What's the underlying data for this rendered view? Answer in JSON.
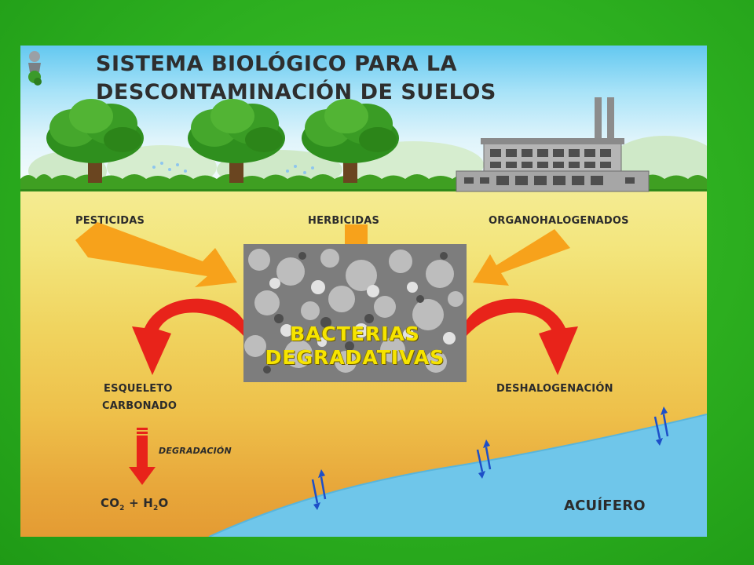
{
  "title": {
    "line1": "SISTEMA BIOLÓGICO PARA LA",
    "line2": "DESCONTAMINACIÓN DE SUELOS"
  },
  "contaminants": {
    "pesticides": "PESTICIDAS",
    "herbicides": "HERBICIDAS",
    "organohalogens": "ORGANOHALOGENADOS"
  },
  "bacteria": {
    "line1": "BACTERIAS",
    "line2": "DEGRADATIVAS"
  },
  "outputs": {
    "skeleton_line1": "ESQUELETO",
    "skeleton_line2": "CARBONADO",
    "dehalogenation": "DESHALOGENACIÓN",
    "degradation": "DEGRADACIÓN",
    "formula": {
      "co": "CO",
      "co_sub": "2",
      "plus_h": " + H",
      "h_sub": "2",
      "o": "O"
    }
  },
  "aquifer": "ACUÍFERO",
  "colors": {
    "input_arrow": "#f7a21b",
    "output_arrow": "#e8231a",
    "water": "#6fc6ea",
    "grass": "#4caf2c",
    "text": "#2b2b2b",
    "bacteria_label": "#f6e400"
  },
  "icons": [
    "logo-icon",
    "tree-icon",
    "factory-icon",
    "water-exchange-arrow-icon"
  ]
}
